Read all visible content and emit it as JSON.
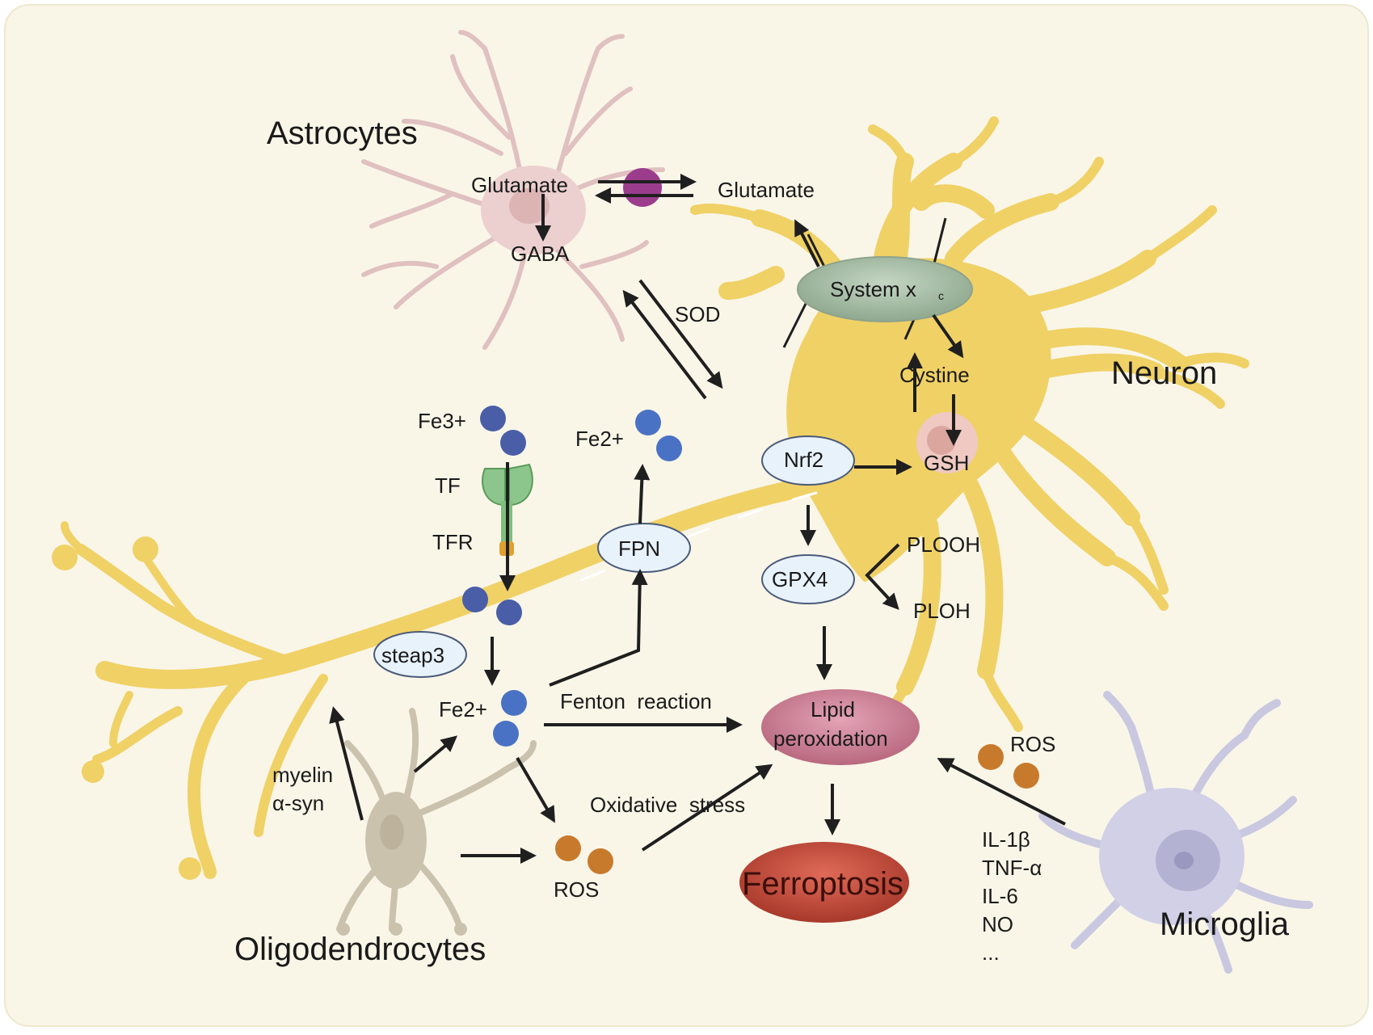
{
  "cells": {
    "astrocytes": "Astrocytes",
    "neuron": "Neuron",
    "oligodendrocytes": "Oligodendrocytes",
    "microglia": "Microglia"
  },
  "labels": {
    "glutamate_in": "Glutamate",
    "glutamate_out": "Glutamate",
    "gaba": "GABA",
    "sod": "SOD",
    "system_xc": "System x",
    "system_xc_sub": "c",
    "cystine": "Cystine",
    "gsh": "GSH",
    "nrf2": "Nrf2",
    "gpx4": "GPX4",
    "plooh": "PLOOH",
    "ploh": "PLOH",
    "fe3": "Fe3+",
    "tf": "TF",
    "tfr": "TFR",
    "fe2_top": "Fe2+",
    "fpn": "FPN",
    "steap3": "steap3",
    "fe2_mid": "Fe2+",
    "fenton": "Fenton  reaction",
    "lipid_line1": "Lipid",
    "lipid_line2": "peroxidation",
    "oxidative": "Oxidative  stress",
    "ros_bottom": "ROS",
    "ros_right": "ROS",
    "ferroptosis": "Ferroptosis",
    "myelin": "myelin",
    "asyn": "α-syn",
    "cytokines": [
      "IL-1β",
      "TNF-α",
      "IL-6",
      "NO",
      "..."
    ]
  },
  "colors": {
    "background": "#f9f6e8",
    "neuron": "#f0d166",
    "astrocyte": "#e8cccc",
    "microglia": "#c9c8e0",
    "oligodendrocyte": "#cbc2ae",
    "iron": "#4a72c4",
    "iron_dark": "#4a5ea8",
    "ros": "#c87a2c",
    "lipid": "#c77a90",
    "ferroptosis": "#c04a3a",
    "system_xc": "#a9bfa8",
    "transporter": "#9b3c8c",
    "tf_receptor": "#7fbf7f",
    "oval_fill": "#e8f2fb",
    "oval_stroke": "#4a5a7a"
  }
}
